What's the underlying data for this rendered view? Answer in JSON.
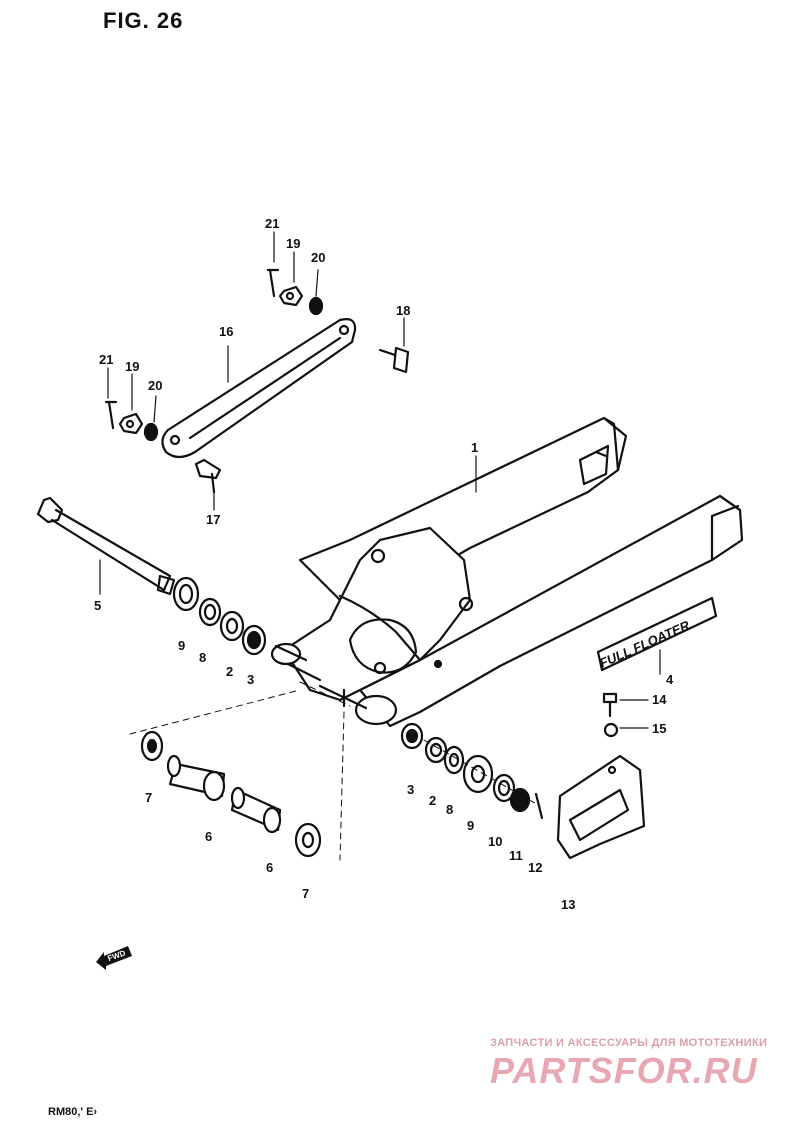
{
  "figure": {
    "title": "FIG. 26",
    "model": "RM80‚' E›"
  },
  "decal_text": "FULL FLOATER",
  "fwd_label": "FWD",
  "watermark": {
    "tagline": "ЗАПЧАСТИ И АКСЕССУАРЫ ДЛЯ МОТОТЕХНИКИ",
    "brand": "PARTSFOR.RU"
  },
  "callouts": {
    "c1": "1",
    "c2a": "2",
    "c2b": "2",
    "c3a": "3",
    "c3b": "3",
    "c4": "4",
    "c5": "5",
    "c6a": "6",
    "c6b": "6",
    "c7a": "7",
    "c7b": "7",
    "c8a": "8",
    "c8b": "8",
    "c9a": "9",
    "c9b": "9",
    "c10": "10",
    "c11": "11",
    "c12": "12",
    "c13": "13",
    "c14": "14",
    "c15": "15",
    "c16": "16",
    "c17": "17",
    "c18": "18",
    "c19a": "19",
    "c19b": "19",
    "c20a": "20",
    "c20b": "20",
    "c21a": "21",
    "c21b": "21"
  }
}
